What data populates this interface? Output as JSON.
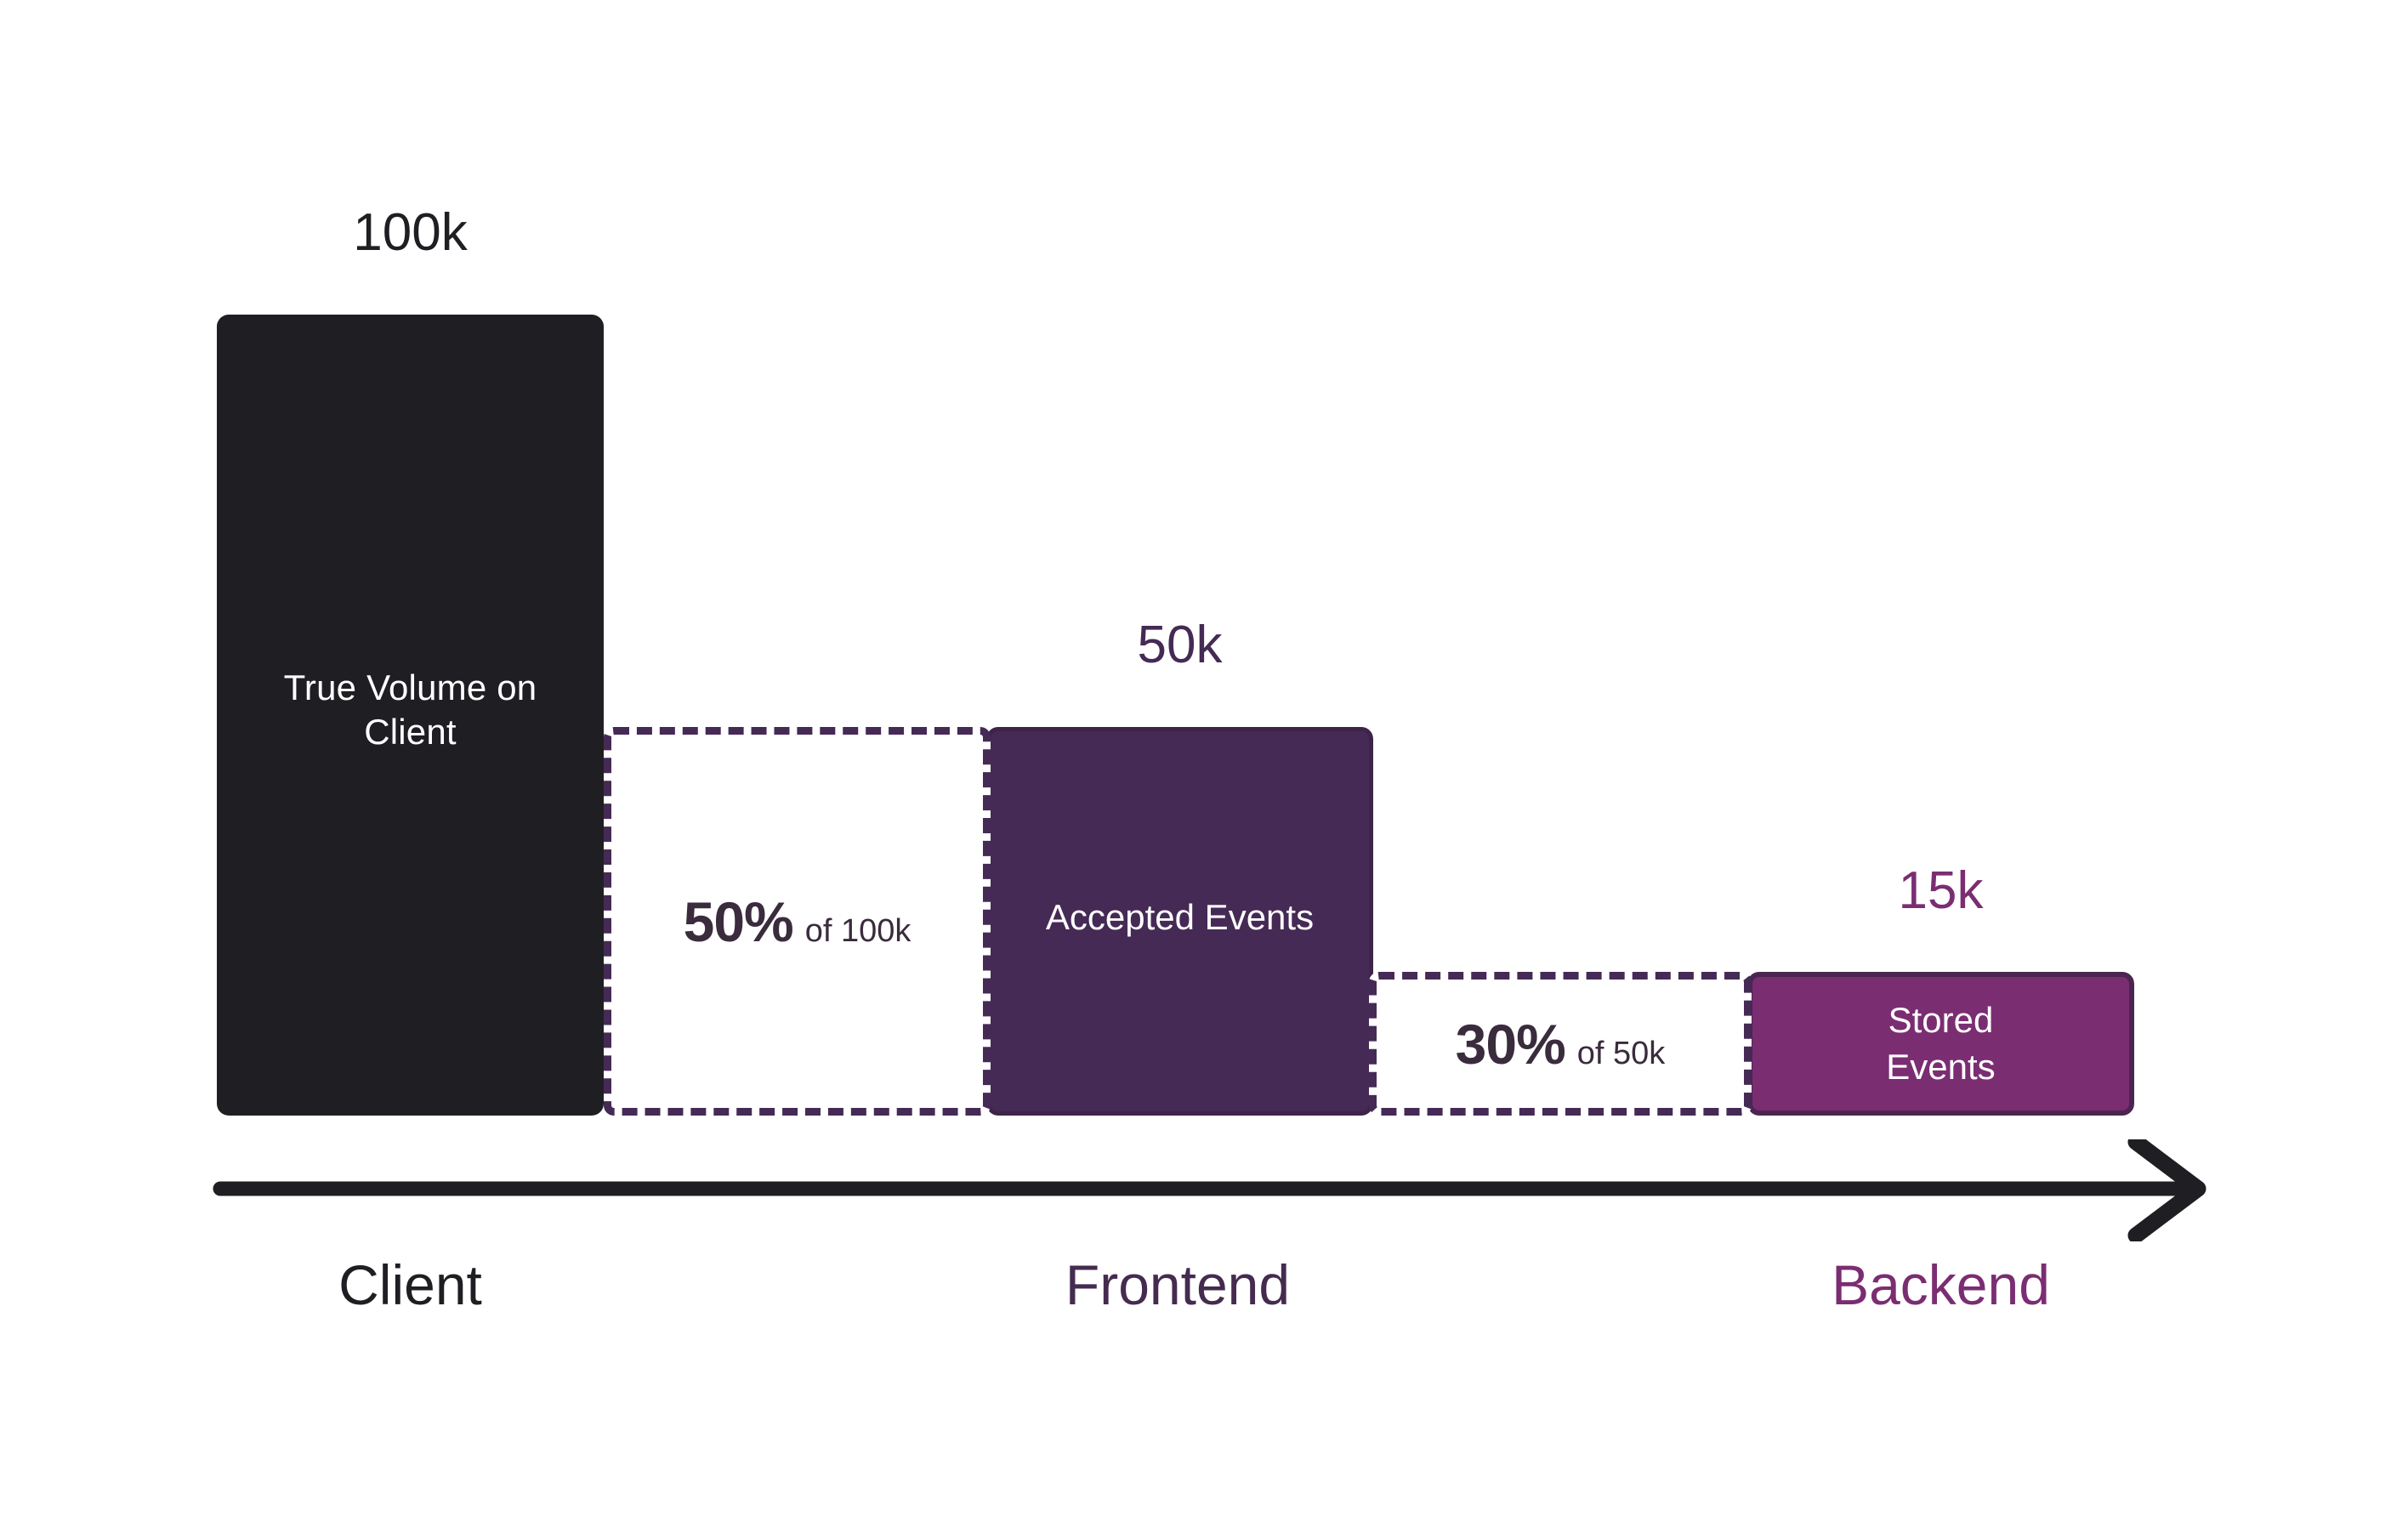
{
  "chart_data": {
    "type": "bar",
    "title": "",
    "subtitle": "",
    "xlabel": "",
    "ylabel": "",
    "grid": false,
    "legend_position": "none",
    "categories": [
      "Client",
      "Frontend",
      "Backend"
    ],
    "values": [
      100000,
      50000,
      15000
    ],
    "value_labels": [
      "100k",
      "50k",
      "15k"
    ],
    "bar_labels": [
      "True Volume on Client",
      "Accepted Events",
      "Stored Events"
    ],
    "drop_steps": [
      {
        "percent": "50%",
        "of": "of 100k",
        "from": 100000,
        "to": 50000,
        "rate": 0.5
      },
      {
        "percent": "30%",
        "of": "of 50k",
        "from": 50000,
        "to": 15000,
        "rate": 0.3
      }
    ],
    "axis_direction": "left-to-right-arrow",
    "ylim": [
      0,
      100000
    ],
    "annotations": [
      "50% of 100k",
      "30% of 50k"
    ]
  },
  "bars": [
    {
      "key": "client",
      "value_label": "100k",
      "label": "True Volume on Client",
      "label_line1": "True Volume on",
      "label_line2": "Client",
      "fill": "#1F1F23",
      "text_color": "#FFFFFF"
    },
    {
      "key": "accepted",
      "value_label": "50k",
      "label": "Accepted Events",
      "fill": "#452A55",
      "border": "#3E2449",
      "text_color": "#FFFFFF"
    },
    {
      "key": "stored",
      "value_label": "15k",
      "label": "Stored Events",
      "label_line1": "Stored",
      "label_line2": "Events",
      "fill": "#7B2D72",
      "border": "#4A2550",
      "text_color": "#FFFFFF"
    }
  ],
  "drops": [
    {
      "key": "drop-1",
      "percent": "50%",
      "of": "of 100k",
      "border_color": "#452A55",
      "text_color": "#3A2B3D"
    },
    {
      "key": "drop-2",
      "percent": "30%",
      "of": "of 50k",
      "border_color": "#452A55",
      "text_color": "#3A2B3D"
    }
  ],
  "axis": {
    "icon": "arrow-right-icon",
    "color": "#1F1F23"
  },
  "stages": [
    {
      "key": "client",
      "label": "Client",
      "color": "#1F1F23"
    },
    {
      "key": "frontend",
      "label": "Frontend",
      "color": "#452B4F"
    },
    {
      "key": "backend",
      "label": "Backend",
      "color": "#7B2D72"
    }
  ],
  "colors": {
    "background": "#FFFFFF",
    "client": "#1F1F23",
    "frontend": "#452A55",
    "backend": "#7B2D72",
    "dashed": "#452A55",
    "drop_text": "#3A2B3D"
  }
}
